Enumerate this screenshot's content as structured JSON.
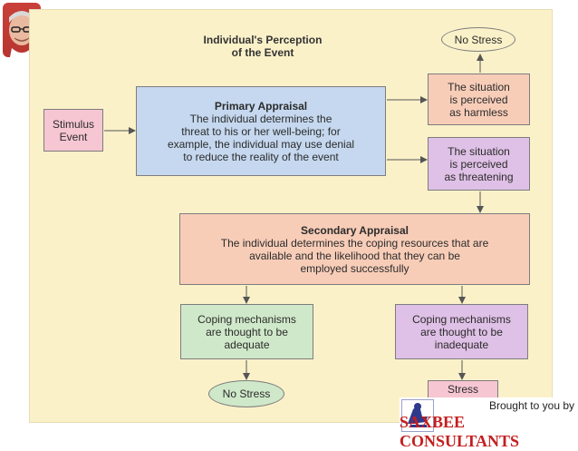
{
  "diagram": {
    "title_line1": "Individual's Perception",
    "title_line2": "of the Event",
    "stimulus": {
      "line1": "Stimulus",
      "line2": "Event"
    },
    "primary": {
      "heading": "Primary Appraisal",
      "line1": "The individual determines the",
      "line2": "threat to his or her well-being;  for",
      "line3": "example, the individual may use denial",
      "line4": "to reduce the reality of the event"
    },
    "harmless": {
      "line1": "The situation",
      "line2": "is perceived",
      "line3": "as harmless"
    },
    "threatening": {
      "line1": "The situation",
      "line2": "is perceived",
      "line3": "as threatening"
    },
    "no_stress_top": "No Stress",
    "secondary": {
      "heading": "Secondary Appraisal",
      "line1": "The individual determines the coping resources that are",
      "line2": "available and the likelihood that they can be",
      "line3": "employed successfully"
    },
    "adequate": {
      "line1": "Coping mechanisms",
      "line2": "are thought to be",
      "line3": "adequate"
    },
    "inadequate": {
      "line1": "Coping mechanisms",
      "line2": "are thought to be",
      "line3": "inadequate"
    },
    "no_stress_bottom": "No Stress",
    "stress": "Stress"
  },
  "branding": {
    "tagline": "Brought to you by",
    "name": "SAXBEE CONSULTANTS"
  },
  "colors": {
    "slide_background": "#fbf1c9",
    "pink": "#f6c6d2",
    "lavender": "#dfc0e6",
    "blue": "#c5d8ef",
    "salmon": "#f8cdb8",
    "mint": "#cfe8c9",
    "brand_red": "#c41e1e"
  }
}
